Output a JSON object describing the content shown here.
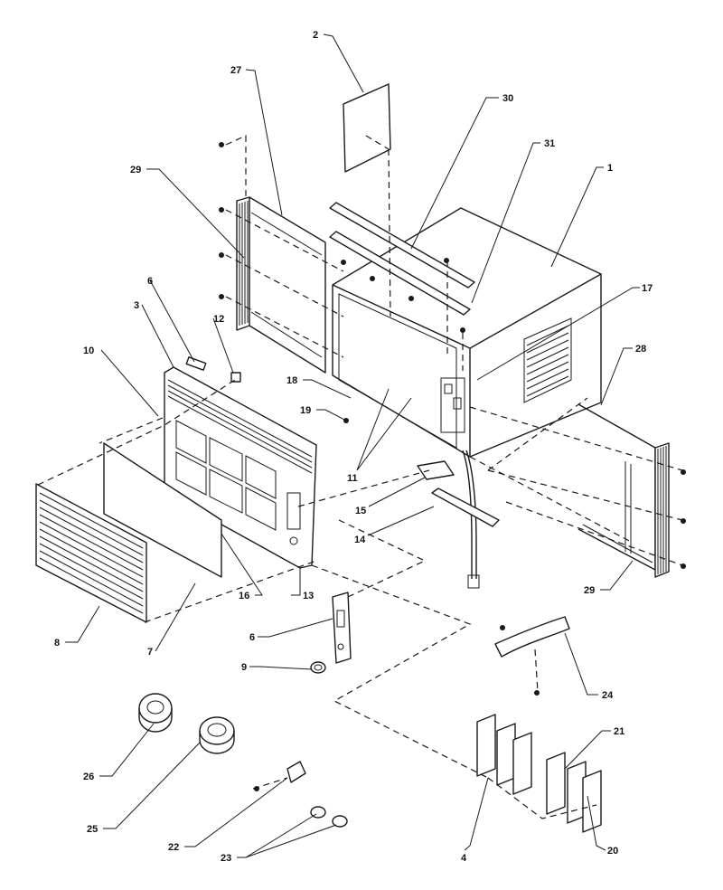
{
  "diagram": {
    "callouts": [
      {
        "id": "c1",
        "text": "1"
      },
      {
        "id": "c2",
        "text": "2"
      },
      {
        "id": "c3",
        "text": "3"
      },
      {
        "id": "c4",
        "text": "4"
      },
      {
        "id": "c6a",
        "text": "6"
      },
      {
        "id": "c6b",
        "text": "6"
      },
      {
        "id": "c7",
        "text": "7"
      },
      {
        "id": "c8",
        "text": "8"
      },
      {
        "id": "c9",
        "text": "9"
      },
      {
        "id": "c10",
        "text": "10"
      },
      {
        "id": "c11",
        "text": "11"
      },
      {
        "id": "c12",
        "text": "12"
      },
      {
        "id": "c13",
        "text": "13"
      },
      {
        "id": "c14",
        "text": "14"
      },
      {
        "id": "c15",
        "text": "15"
      },
      {
        "id": "c16",
        "text": "16"
      },
      {
        "id": "c17",
        "text": "17"
      },
      {
        "id": "c18",
        "text": "18"
      },
      {
        "id": "c19",
        "text": "19"
      },
      {
        "id": "c20",
        "text": "20"
      },
      {
        "id": "c21",
        "text": "21"
      },
      {
        "id": "c22",
        "text": "22"
      },
      {
        "id": "c23",
        "text": "23"
      },
      {
        "id": "c24",
        "text": "24"
      },
      {
        "id": "c25",
        "text": "25"
      },
      {
        "id": "c26",
        "text": "26"
      },
      {
        "id": "c27",
        "text": "27"
      },
      {
        "id": "c28",
        "text": "28"
      },
      {
        "id": "c29a",
        "text": "29"
      },
      {
        "id": "c29b",
        "text": "29"
      },
      {
        "id": "c30",
        "text": "30"
      },
      {
        "id": "c31",
        "text": "31"
      }
    ]
  }
}
